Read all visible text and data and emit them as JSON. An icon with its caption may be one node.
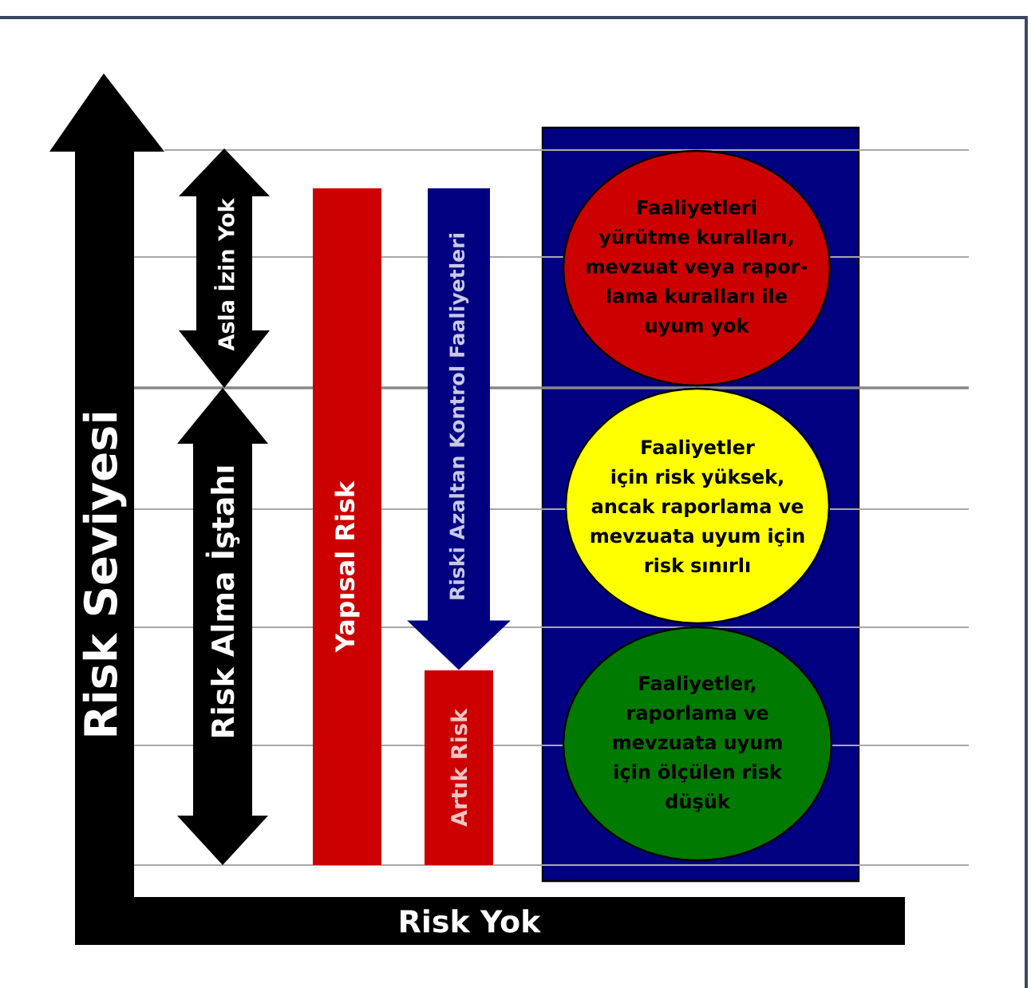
{
  "diagram": {
    "nodes": [
      {
        "text": [
          "Yapısal Risk"
        ]
      },
      {
        "text": [
          "Artık Risk"
        ]
      },
      {
        "text": [],
        "shape": "box"
      },
      {
        "text": [
          "Faaliyetleri yürütme kuralları, mevzuat veya rapor- lama kuralları ile uyum yok"
        ],
        "in": 2
      },
      {
        "text": [
          "Faaliyetler için risk yüksek, ancak raporlama ve mevzuata uyum için risk sınırlı"
        ],
        "in": 2
      },
      {
        "text": [
          "Faaliyetler, raporlama ve mevzuata uyum için ölçülen risk düşük"
        ],
        "in": 2
      }
    ],
    "edges": [
      {
        "from": null,
        "to": 1,
        "arrow": "to",
        "label": "Riski Azaltan Kontrol Faaliyetleri",
        "color": "#000080"
      }
    ],
    "labels": [
      "Risk Seviyesi",
      "Asla İzin Yok",
      "Risk Alma İştahı",
      "Risk Yok"
    ]
  }
}
